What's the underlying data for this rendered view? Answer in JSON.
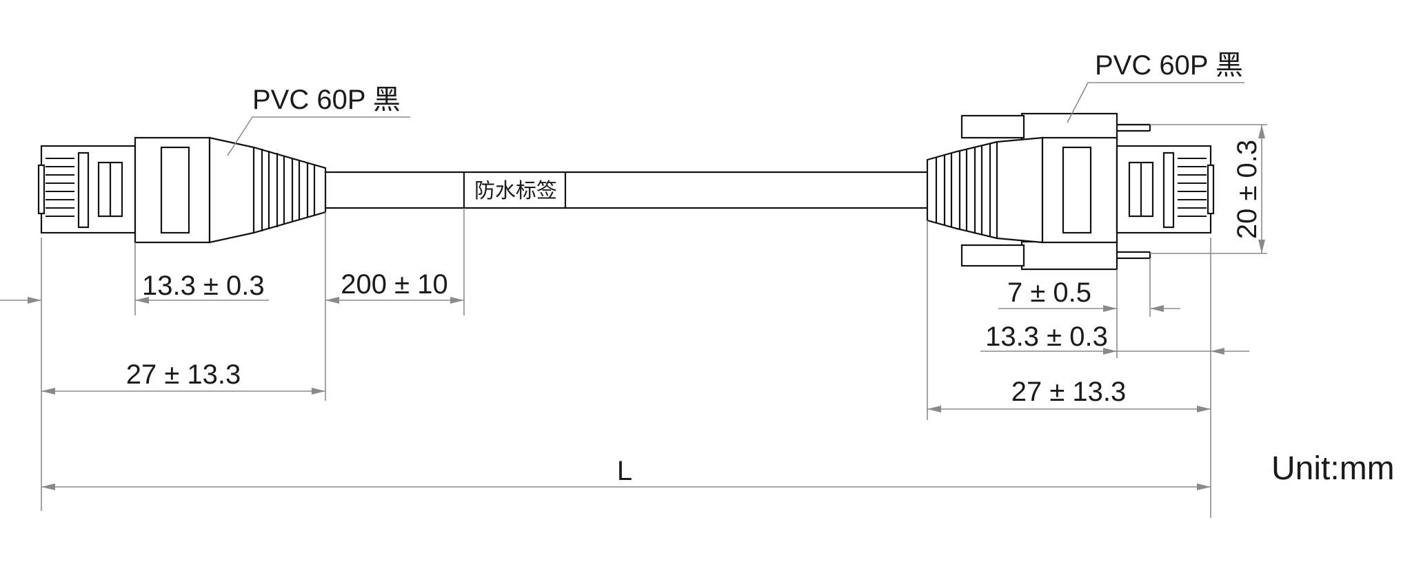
{
  "diagram": {
    "left_material": "PVC 60P 黑",
    "right_material": "PVC 60P 黑",
    "cable_label": "防水标签",
    "unit": "Unit:mm",
    "dimensions": {
      "left_plug_len": "13.3 ± 0.3",
      "label_offset": "200 ± 10",
      "left_overall": "27 ± 13.3",
      "total_length": "L",
      "right_flange": "7 ± 0.5",
      "right_plug_len": "13.3 ± 0.3",
      "right_overall": "27 ± 13.3",
      "right_height": "20 ± 0.3"
    }
  },
  "colors": {
    "outline": "#111111",
    "dimension": "#8a8a8a",
    "text": "#1a1a1a"
  }
}
